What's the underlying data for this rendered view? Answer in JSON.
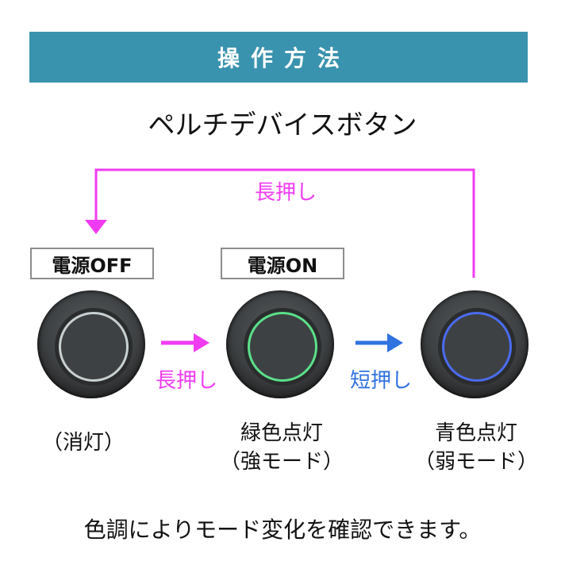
{
  "header": {
    "title": "操作方法"
  },
  "subtitle": "ペルチデバイスボタン",
  "colors": {
    "banner": "#3a93ae",
    "long_press": "#f03cf0",
    "short_press": "#2f73e0",
    "ring_off": "#c8d0d0",
    "ring_green": "#5be08a",
    "ring_blue": "#4a6cf0"
  },
  "loop_arrow": {
    "label": "長押し"
  },
  "states": [
    {
      "badge": "電源OFF",
      "ring": "off",
      "caption": [
        "（消灯）"
      ]
    },
    {
      "badge": "電源ON",
      "ring": "green",
      "caption": [
        "緑色点灯",
        "（強モード）"
      ]
    },
    {
      "badge": "",
      "ring": "blue",
      "caption": [
        "青色点灯",
        "（弱モード）"
      ]
    }
  ],
  "transitions": [
    {
      "label": "長押し",
      "color": "pink"
    },
    {
      "label": "短押し",
      "color": "blue"
    }
  ],
  "footer": "色調によりモード変化を確認できます。"
}
